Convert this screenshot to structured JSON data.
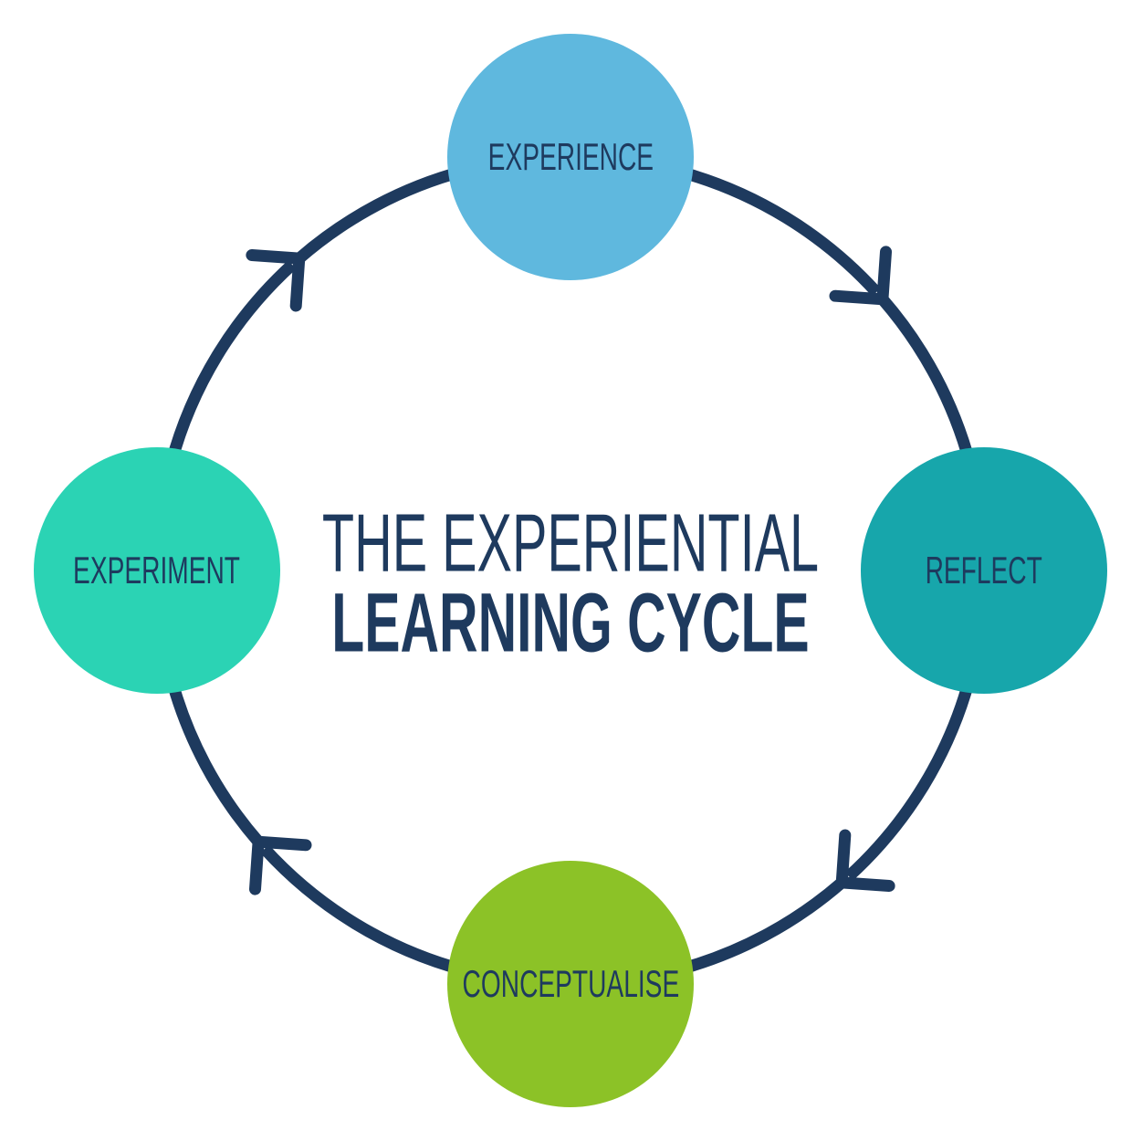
{
  "title": {
    "line1": "THE EXPERIENTIAL",
    "line2": "LEARNING CYCLE"
  },
  "colors": {
    "background": "#ffffff",
    "ring": "#1e3a5e",
    "text": "#1e3a5e"
  },
  "nodes": [
    {
      "id": "experience",
      "label": "EXPERIENCE",
      "color": "#5fb8de",
      "angle_deg": 270
    },
    {
      "id": "reflect",
      "label": "REFLECT",
      "color": "#17a6ab",
      "angle_deg": 0
    },
    {
      "id": "conceptualise",
      "label": "CONCEPTUALISE",
      "color": "#8cc227",
      "angle_deg": 90
    },
    {
      "id": "experiment",
      "label": "EXPERIMENT",
      "color": "#2bd3b4",
      "angle_deg": 180
    }
  ],
  "flow_clockwise": [
    "experience",
    "reflect",
    "conceptualise",
    "experiment"
  ]
}
